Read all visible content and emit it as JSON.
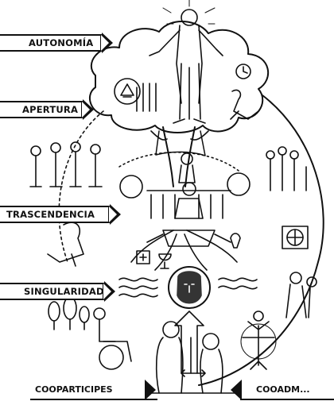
{
  "labels": {
    "autonomia": "AUTONOMÍA",
    "apertura": "APERTURA",
    "trascendencia": "TRASCENDENCIA",
    "singularidad": "SINGULARIDAD",
    "cooparticipes": "COOPARTICIPES",
    "cooadm": "COOADM..."
  },
  "icons": {
    "tree": "tree-icon",
    "person_center": "person-icon",
    "clock": "clock-icon",
    "church": "church-icon",
    "jesus_face": "jesus-face-icon",
    "globe": "globe-icon",
    "family": "family-icon",
    "arrows": "arrow-up-icon"
  },
  "colors": {
    "ink": "#111111",
    "paper": "#ffffff"
  }
}
